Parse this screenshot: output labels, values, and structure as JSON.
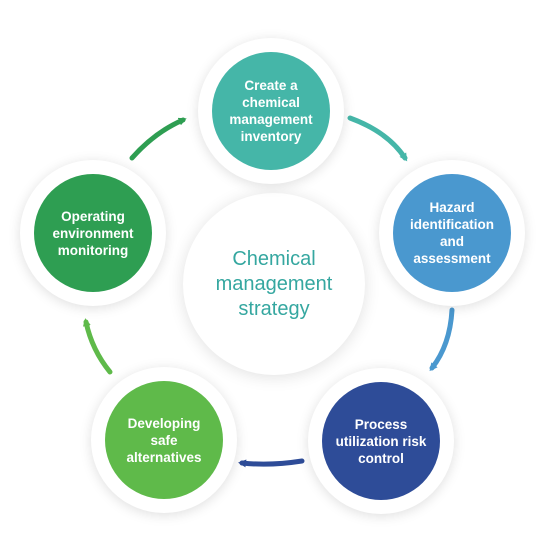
{
  "center": {
    "label": "Chemical management strategy"
  },
  "steps": [
    {
      "label": "Create a chemical management inventory",
      "color": "#45b6a8"
    },
    {
      "label": "Hazard identification and assessment",
      "color": "#4a98cf"
    },
    {
      "label": "Process utilization risk control",
      "color": "#2e4c98"
    },
    {
      "label": "Developing safe alternatives",
      "color": "#5fba4a"
    },
    {
      "label": "Operating environment monitoring",
      "color": "#2e9e52"
    }
  ],
  "arrow_colors": [
    "#45b6a8",
    "#4a98cf",
    "#2e4c98",
    "#5fba4a",
    "#2e9e52"
  ]
}
